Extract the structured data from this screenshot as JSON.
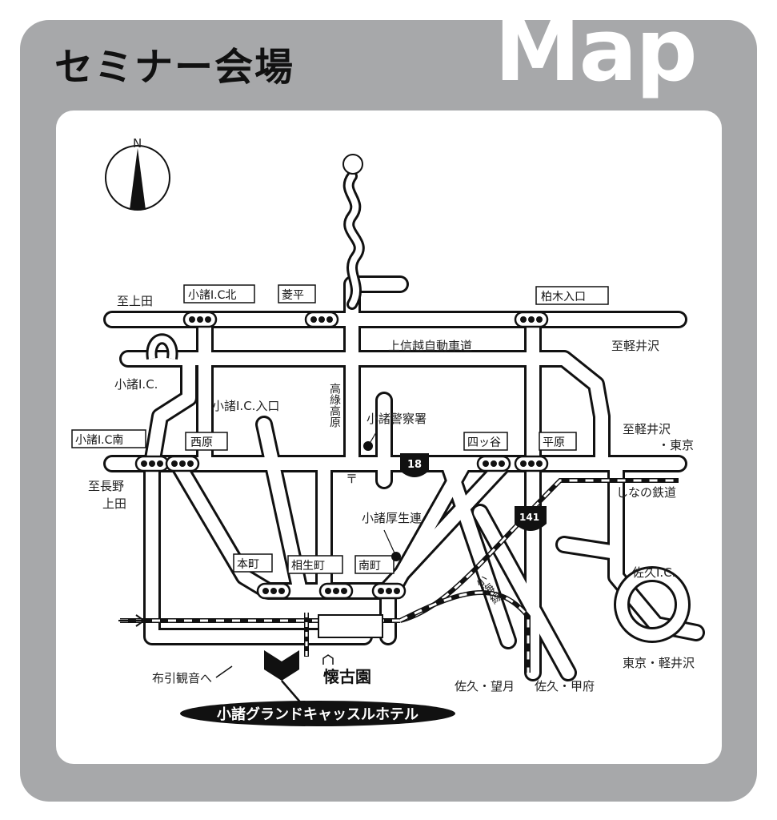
{
  "header": {
    "title": "セミナー会場",
    "map_word": "Map"
  },
  "compass": {
    "north": "N"
  },
  "signals": {
    "komoro_ic_kita": "小諸I.C北",
    "hishidaira": "菱平",
    "kashiwagi_iriguchi": "柏木入口",
    "komoro_ic_minami": "小諸I.C南",
    "nishihara": "西原",
    "yotsuya": "四ッ谷",
    "hirahara": "平原",
    "honmachi": "本町",
    "aioicho": "相生町",
    "minamimachi": "南町"
  },
  "labels": {
    "to_ueda": "至上田",
    "joshinetsu": "上信越自動車道",
    "to_karuizawa": "至軽井沢",
    "komoro_ic": "小諸I.C.",
    "komoro_ic_iriguchi": "小諸I.C.入口",
    "koryo_high": "高綠高原",
    "police": "小諸警察署",
    "to_karuizawa_tokyo_1": "至軽井沢",
    "to_karuizawa_tokyo_2": "・東京",
    "to_nagano_1": "至長野",
    "to_nagano_2": "上田",
    "shinano_railway": "しなの鉄道",
    "post_mark": "〒",
    "kosei": "小諸厚生連",
    "route_18": "18",
    "route_141": "141",
    "saku_ic": "佐久I.C.",
    "koumi_line": "小海線",
    "tokyo_karuizawa": "東京・軽井沢",
    "nunobiki": "布引観音へ",
    "kaikoen": "懐古園",
    "saku_mochizuki": "佐久・望月",
    "saku_kofu": "佐久・甲府",
    "hotel": "小諸グランドキャッスルホテル"
  },
  "colors": {
    "frame": "#a7a8aa",
    "ink": "#111111",
    "panel": "#ffffff"
  }
}
